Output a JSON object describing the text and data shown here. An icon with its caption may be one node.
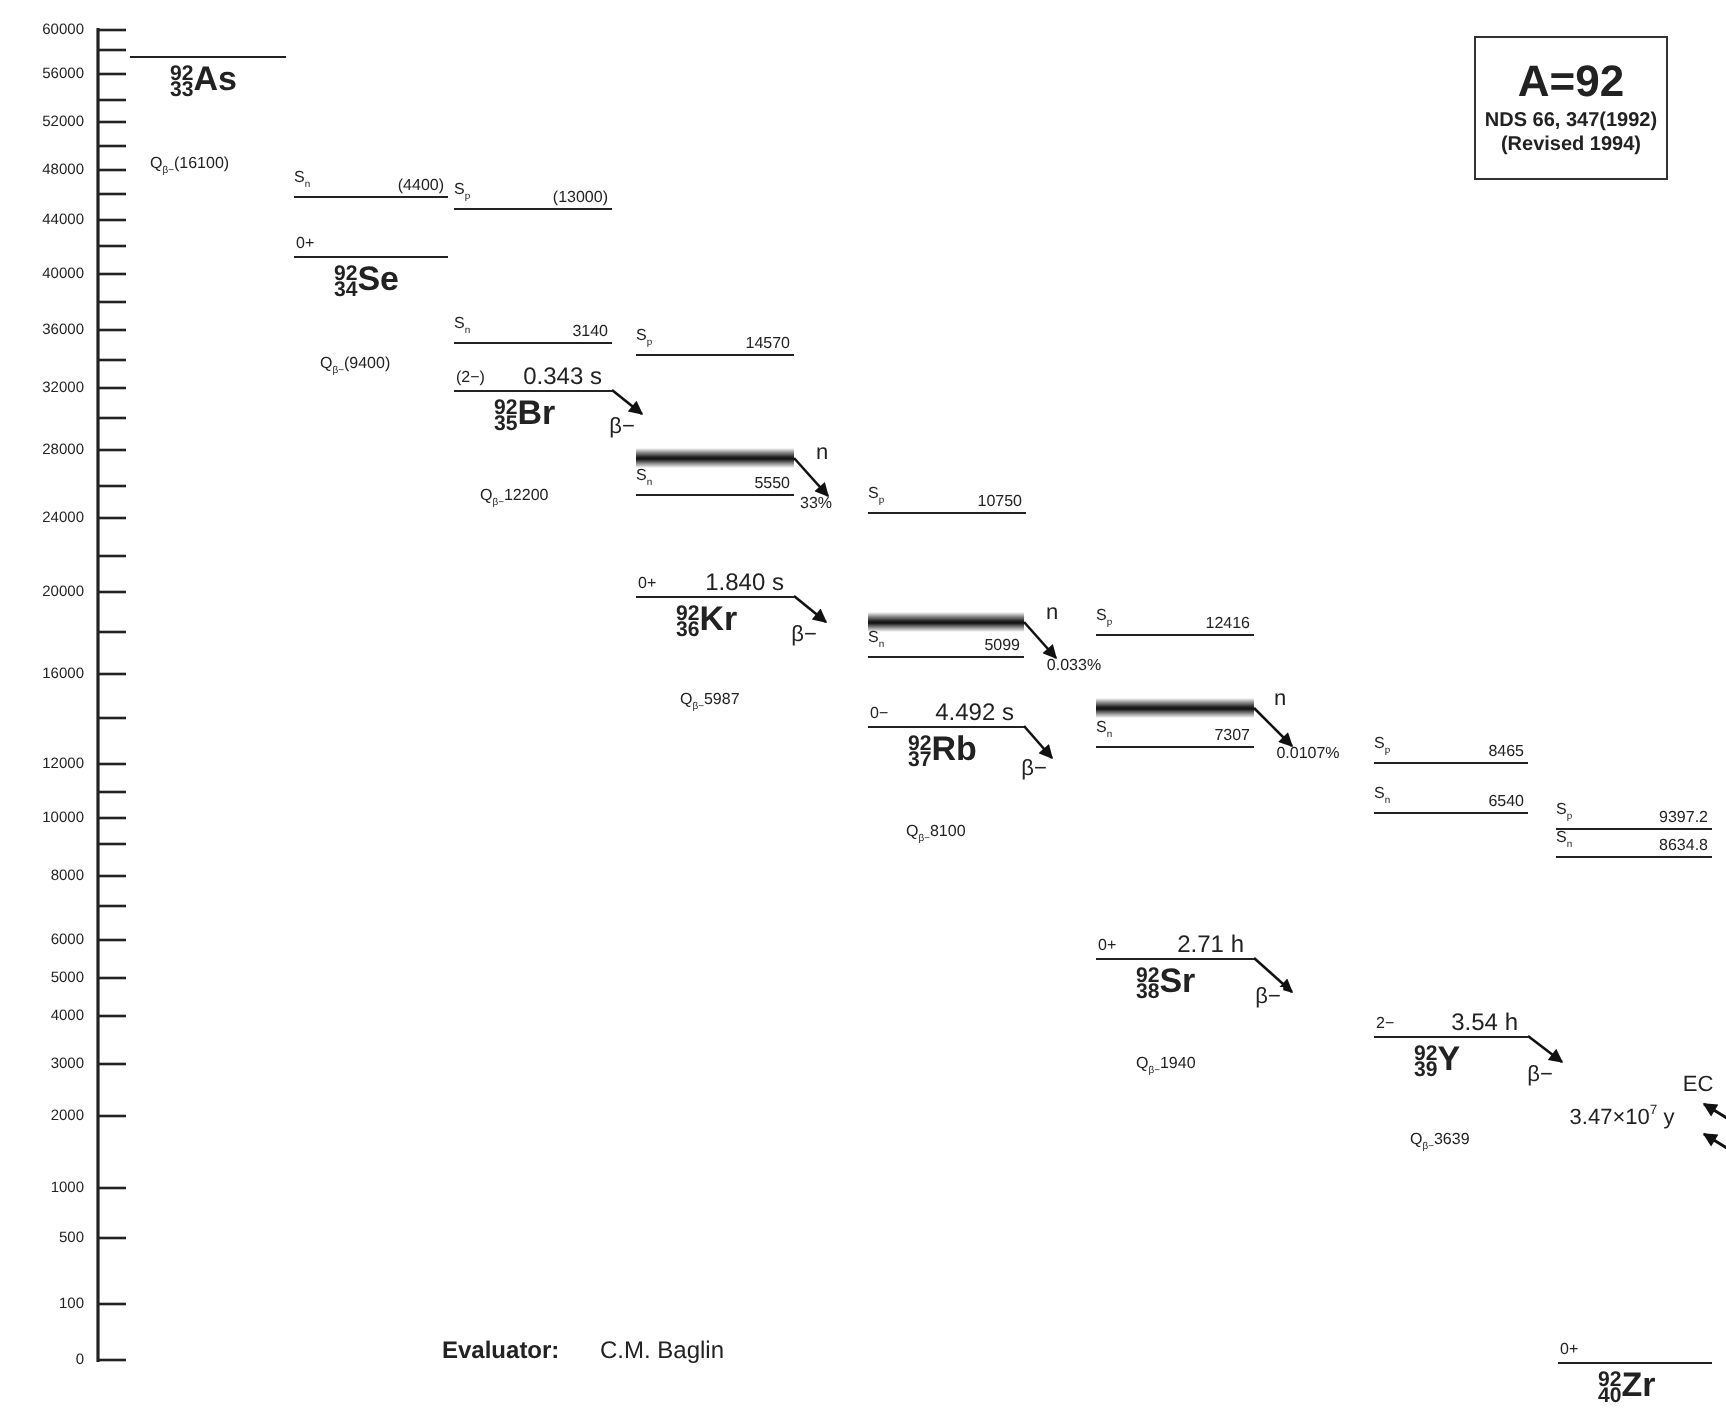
{
  "diagram": {
    "nodes": [
      {
        "text": [
          "A=92",
          "NDS 66, 347(1992)",
          "(Revised 1994)"
        ]
      },
      {
        "text": [
          "$^{92}$$_{33}$As"
        ],
        "beside": [
          "Q$_{β−}$(16100)"
        ]
      },
      {
        "text": [
          "S$_{n}$",
          "(4400)"
        ]
      },
      {
        "text": [
          "0+",
          "$^{92}$$_{34}$Se"
        ],
        "beside": [
          "Q$_{β−}$(9400)"
        ]
      },
      {
        "text": [
          "S$_{p}$",
          "(13000)"
        ]
      },
      {
        "text": [
          "S$_{n}$",
          "3140"
        ]
      },
      {
        "text": [
          "(2−)",
          "0.343 s",
          "$^{92}$$_{35}$Br"
        ],
        "beside": [
          "Q$_{β−}$12200"
        ]
      },
      {
        "text": [
          "S$_{p}$",
          "14570"
        ]
      },
      {
        "text": [],
        "shape": "bar"
      },
      {
        "text": [
          "S$_{n}$",
          "5550"
        ]
      },
      {
        "text": [
          "S$_{p}$",
          "10750"
        ]
      },
      {
        "text": [
          "0+",
          "1.840 s",
          "$^{92}$$_{36}$Kr"
        ],
        "beside": [
          "Q$_{β−}$5987"
        ]
      },
      {
        "text": [],
        "shape": "bar"
      },
      {
        "text": [
          "S$_{n}$",
          "5099"
        ]
      },
      {
        "text": [
          "S$_{p}$",
          "12416"
        ]
      },
      {
        "text": [
          "0−",
          "4.492 s",
          "$^{92}$$_{37}$Rb"
        ],
        "beside": [
          "Q$_{β−}$8100"
        ]
      },
      {
        "text": [],
        "shape": "bar"
      },
      {
        "text": [
          "S$_{n}$",
          "7307"
        ]
      },
      {
        "text": [
          "S$_{p}$",
          "8465"
        ]
      },
      {
        "text": [
          "S$_{n}$",
          "6540"
        ]
      },
      {
        "text": [
          "S$_{p}$",
          "9397.2"
        ]
      },
      {
        "text": [
          "S$_{n}$",
          "8634.8"
        ]
      },
      {
        "text": [
          "0+",
          "2.71 h",
          "$^{92}$$_{38}$Sr"
        ],
        "beside": [
          "Q$_{β−}$1940"
        ]
      },
      {
        "text": [
          "2−",
          "3.54 h",
          "$^{92}$$_{39}$Y"
        ],
        "beside": [
          "Q$_{β−}$3639"
        ]
      },
      {
        "text": [
          "0+",
          "$^{92}$$_{40}$Zr"
        ]
      },
      {
        "text": [
          "33%"
        ]
      },
      {
        "text": [
          "0.033%"
        ]
      },
      {
        "text": [
          "0.0107%"
        ]
      }
    ],
    "edges": [
      {
        "from": 6,
        "to": null,
        "arrow": "to",
        "label": "β−"
      },
      {
        "from": 8,
        "to": 25,
        "arrow": "to",
        "label": "n"
      },
      {
        "from": 11,
        "to": null,
        "arrow": "to",
        "label": "β−"
      },
      {
        "from": 12,
        "to": 26,
        "arrow": "to",
        "label": "n"
      },
      {
        "from": 15,
        "to": null,
        "arrow": "to",
        "label": "β−"
      },
      {
        "from": 16,
        "to": 27,
        "arrow": "to",
        "label": "n"
      },
      {
        "from": 22,
        "to": null,
        "arrow": "to",
        "label": "β−"
      },
      {
        "from": 23,
        "to": null,
        "arrow": "to",
        "label": "β−"
      }
    ],
    "labels": [
      "60000",
      "56000",
      "52000",
      "48000",
      "44000",
      "40000",
      "36000",
      "32000",
      "28000",
      "24000",
      "20000",
      "16000",
      "12000",
      "10000",
      "8000",
      "6000",
      "5000",
      "4000",
      "3000",
      "2000",
      "1000",
      "500",
      "100",
      "0",
      "EC",
      "3.47×10$^{7}$ y",
      "Evaluator:",
      "C.M. Baglin"
    ]
  }
}
